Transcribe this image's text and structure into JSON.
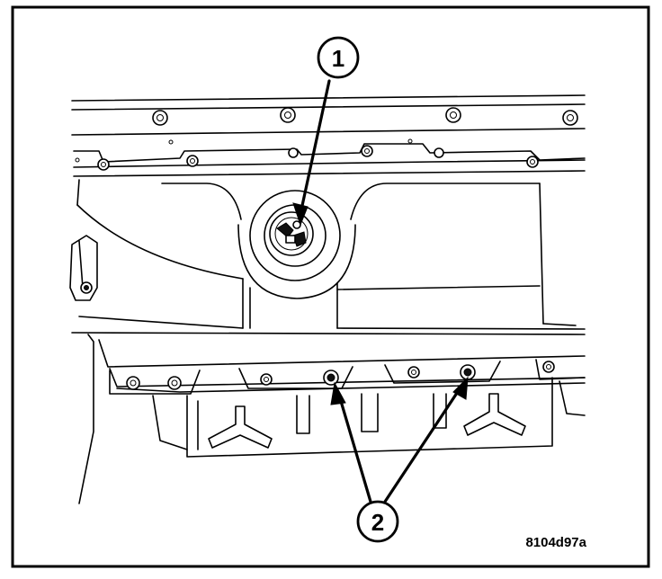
{
  "figure": {
    "id_label": "8104d97a"
  },
  "callouts": [
    {
      "number": "1",
      "target": "center-fastener"
    },
    {
      "number": "2",
      "target": "lower-fasteners"
    }
  ],
  "colors": {
    "line": "#000000",
    "background": "#ffffff"
  }
}
